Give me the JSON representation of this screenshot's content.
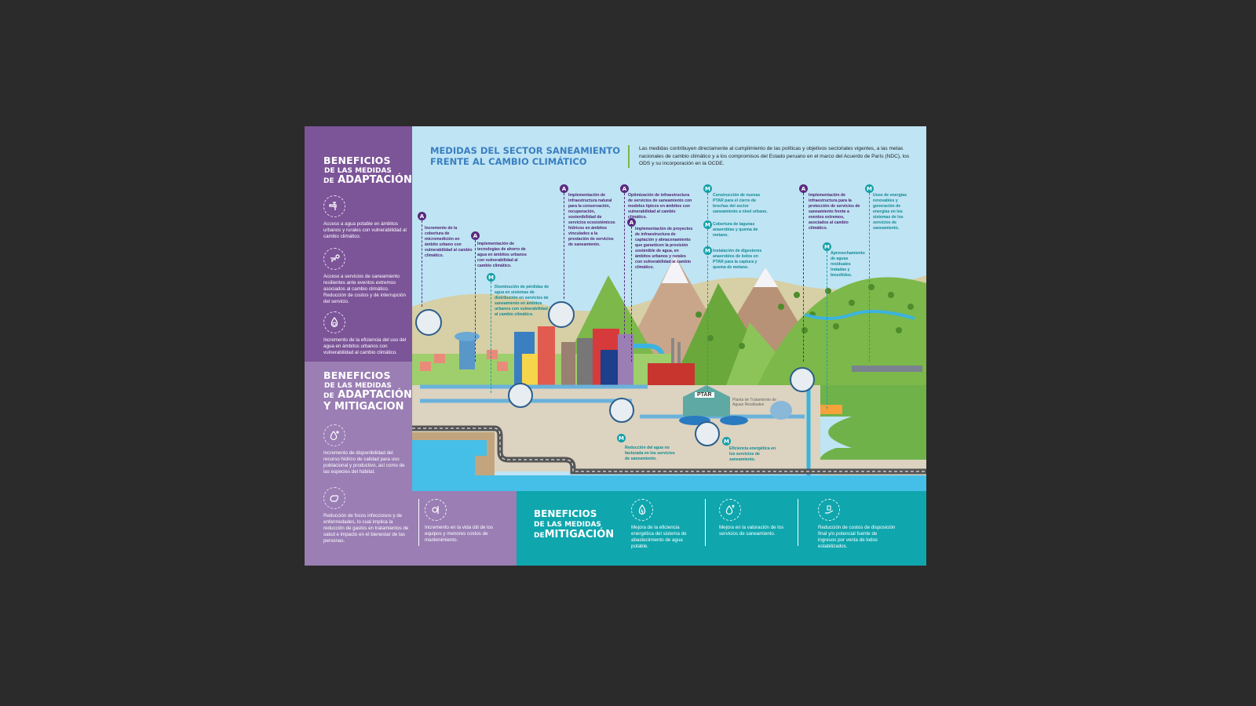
{
  "header": {
    "title_line1": "MEDIDAS DEL SECTOR SANEAMIENTO",
    "title_line2": "FRENTE AL CAMBIO CLIMÁTICO",
    "intro": "Las medidas contribuyen directamente al cumplimiento de las políticas y objetivos sectoriales vigentes, a las metas nacionales de cambio climático y a los compromisos del Estado peruano en el marco del Acuerdo de París (NDC), los ODS y su incorporación en la OCDE."
  },
  "sidebar_adaptacion": {
    "title1": "BENEFICIOS",
    "title2": "DE LAS MEDIDAS",
    "title3_prefix": "DE",
    "title3": "ADAPTACIÓN",
    "items": [
      {
        "icon": "faucet-icon",
        "text": "Acceso a agua potable en ámbitos urbanos y rurales con vulnerabilidad al cambio climático."
      },
      {
        "icon": "sanitation-tap-icon",
        "text": "Acceso a servicios de saneamiento resilientes ante eventos extremos asociados al cambio climático. Reducción de costos y de interrupción del servicio."
      },
      {
        "icon": "water-gear-icon",
        "text": "Incremento de la eficiencia del uso del agua en ámbitos urbanos con vulnerabilidad al cambio climático."
      }
    ]
  },
  "sidebar_adapt_mitig": {
    "title1": "BENEFICIOS",
    "title2": "DE LAS MEDIDAS",
    "title3_prefix": "DE",
    "title3": "ADAPTACIÓN",
    "title4": "Y MITIGACION",
    "items": [
      {
        "icon": "water-drop-plus-icon",
        "text": "Incremento de disponibilidad del recurso hídrico de calidad para uso poblacional y productivo, así como de las especies del hábitat."
      },
      {
        "icon": "hand-wash-icon",
        "text": "Reducción de focos infecciosos y de enfermedades, lo cual implica la reducción de gastos en tratamientos de salud e impacto en el bienestar de las personas."
      },
      {
        "icon": "gear-tool-icon",
        "text": "Incremento en la vida útil de los equipos y menores costos de mantenimiento."
      }
    ]
  },
  "mitigacion": {
    "title1": "BENEFICIOS",
    "title2": "DE LAS MEDIDAS",
    "title3_prefix": "DE",
    "title3": "MITIGACIÓN",
    "items": [
      {
        "icon": "energy-drop-icon",
        "text": "Mejora de la eficiencia energética del sistema de abastecimiento de agua potable."
      },
      {
        "icon": "drop-up-icon",
        "text": "Mejora en la valoración de los servicios de saneamiento."
      },
      {
        "icon": "hand-coin-icon",
        "text": "Reducción de costos de disposición final y/o potencial fuente de ingresos por venta de lodos estabilizados."
      }
    ]
  },
  "callouts": [
    {
      "type": "A",
      "text": "Incremento de la cobertura de micromedición en ámbito urbano con vulnerabilidad al cambio climático."
    },
    {
      "type": "A",
      "text": "Implementación de tecnologías de ahorro de agua en ámbitos urbanos con vulnerabilidad al cambio climático."
    },
    {
      "type": "M",
      "text": "Disminución de pérdidas de agua en sistemas de distribución en servicios de saneamiento en ámbitos urbanos con vulnerabilidad al cambio climático."
    },
    {
      "type": "A",
      "text": "Implementación de infraestructura natural para la conservación, recuperación, sostenibilidad de servicios ecosistémicos hídricos en ámbitos vinculados a la prestación de servicios de saneamiento."
    },
    {
      "type": "A",
      "text": "Optimización de infraestructura de servicios de saneamiento con modelos típicos en ámbitos con vulnerabilidad al cambio climático."
    },
    {
      "type": "A",
      "text": "Implementación de proyectos de infraestructura de captación y almacenamiento que garanticen la provisión sostenible de agua, en ámbitos urbanos y rurales con vulnerabilidad al cambio climático."
    },
    {
      "type": "M",
      "text": "Construcción de nuevas PTAR para el cierre de brechas del sector saneamiento a nivel urbano."
    },
    {
      "type": "M",
      "text": "Cobertura de lagunas anaerobias y quema de metano."
    },
    {
      "type": "M",
      "text": "Instalación de digestores anaerobios de lodos en PTAR para la captura y quema de metano."
    },
    {
      "type": "A",
      "text": "Implementación de infraestructura para la protección de servicios de saneamiento frente a eventos extremos, asociados al cambio climático."
    },
    {
      "type": "M",
      "text": "Aprovechamiento de aguas residuales tratadas y biosólidos."
    },
    {
      "type": "M",
      "text": "Usos de energías renovables y generación de energías en los sistemas de los servicios de saneamiento."
    },
    {
      "type": "M",
      "text": "Reducción del agua no facturada en los servicios de saneamiento."
    },
    {
      "type": "M",
      "text": "Eficiencia energética en los servicios de saneamiento."
    }
  ],
  "scene": {
    "ptar_sign": "PTAR",
    "ptar_caption": "Planta de Tratamiento de Aguas Residuales",
    "badge_a": "A",
    "badge_m": "M"
  },
  "colors": {
    "adaptacion": "#7c5498",
    "adapt_mitig": "#9a7eb4",
    "mitigacion": "#0fa6ae",
    "sky": "#bfe4f4",
    "title_blue": "#3a7fc1"
  }
}
